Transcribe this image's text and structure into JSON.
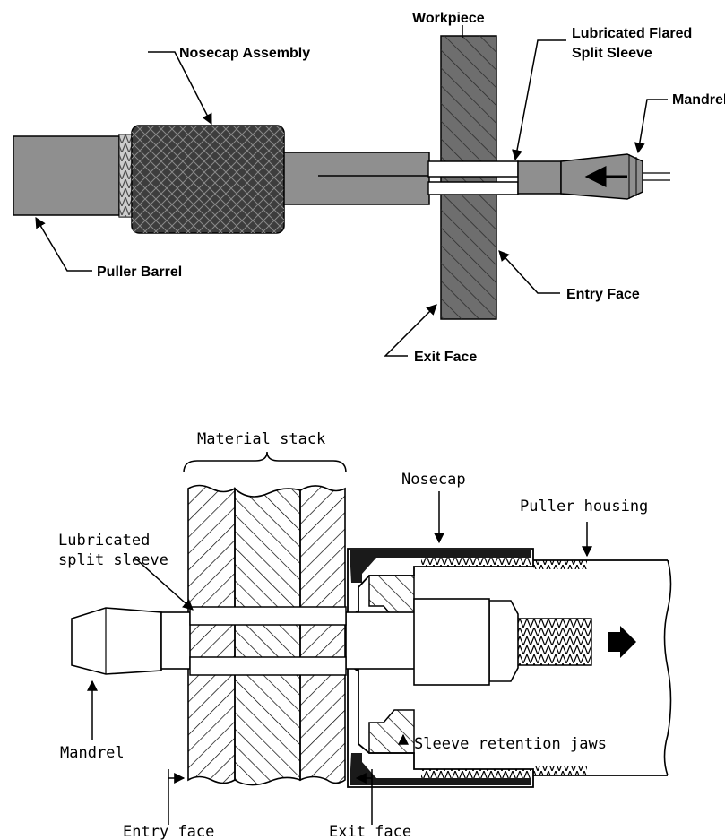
{
  "top_diagram": {
    "labels": {
      "workpiece": "Workpiece",
      "lubricated_flared": "Lubricated Flared",
      "split_sleeve": "Split Sleeve",
      "nosecap_assembly": "Nosecap Assembly",
      "mandrel": "Mandrel",
      "puller_barrel": "Puller Barrel",
      "entry_face": "Entry Face",
      "exit_face": "Exit Face"
    }
  },
  "bottom_diagram": {
    "labels": {
      "material_stack": "Material stack",
      "nosecap": "Nosecap",
      "puller_housing": "Puller housing",
      "lubricated": "Lubricated",
      "split_sleeve": "split sleeve",
      "mandrel": "Mandrel",
      "sleeve_retention_jaws": "Sleeve retention jaws",
      "entry_face": "Entry face",
      "exit_face": "Exit face"
    }
  },
  "colors": {
    "tool_gray": "#8f8f8f",
    "workpiece_gray": "#6e6e6e",
    "nosecap_dark": "#3d3d3d",
    "line": "#000000"
  }
}
